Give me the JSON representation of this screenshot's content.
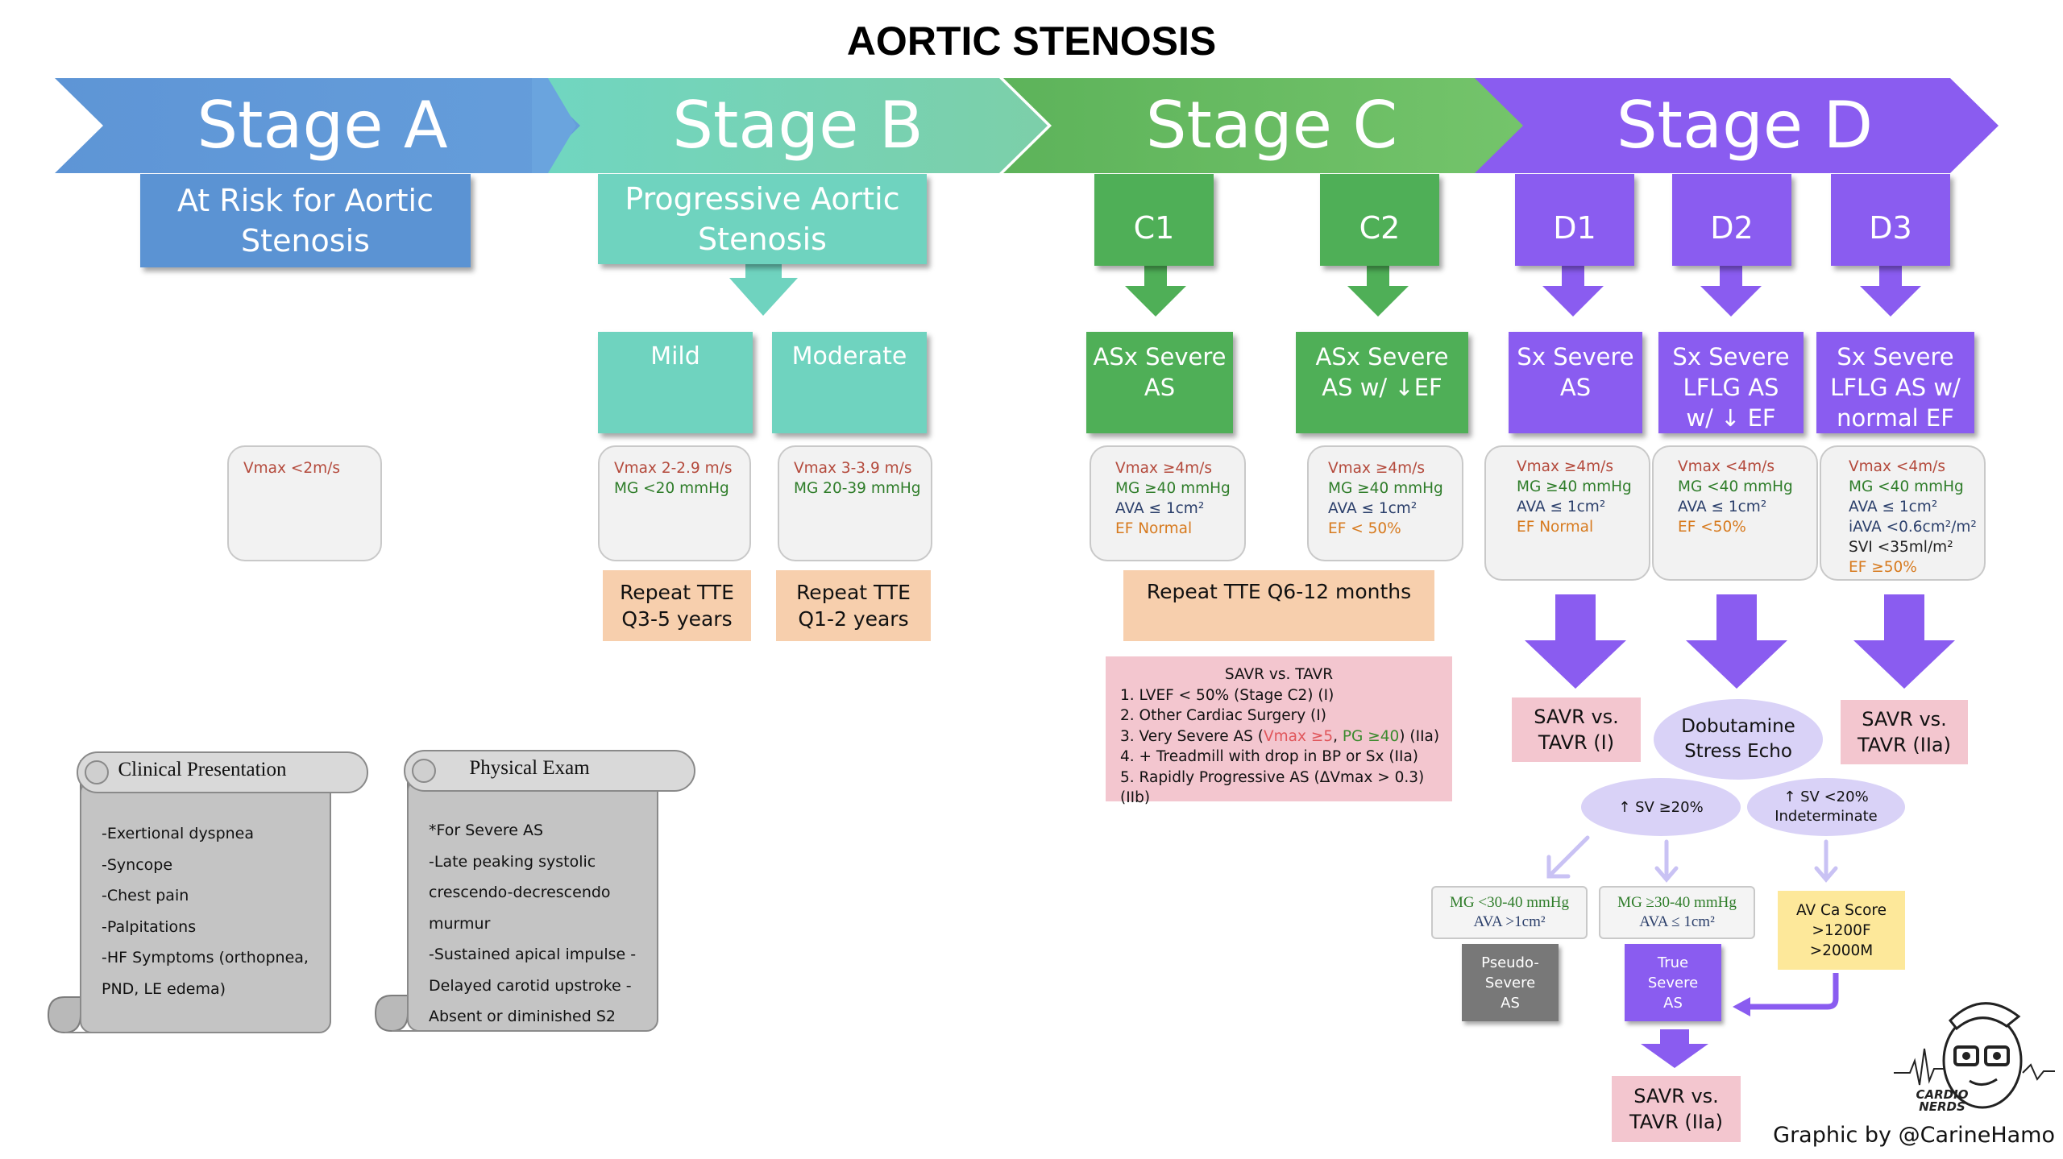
{
  "title": "AORTIC STENOSIS",
  "stages": {
    "a": {
      "label": "Stage A",
      "desc": [
        "At Risk for Aortic",
        "Stenosis"
      ],
      "color": "#5b93d3"
    },
    "b": {
      "label": "Stage B",
      "desc": [
        "Progressive Aortic",
        "Stenosis"
      ],
      "color": "#6fd3bf"
    },
    "c": {
      "label": "Stage C",
      "color": "#4faf57"
    },
    "d": {
      "label": "Stage D",
      "color": "#8a5cf0"
    }
  },
  "substages": {
    "c1": "C1",
    "c2": "C2",
    "d1": "D1",
    "d2": "D2",
    "d3": "D3"
  },
  "categories": {
    "mild": "Mild",
    "moderate": "Moderate",
    "c1": [
      "ASx Severe",
      "AS"
    ],
    "c2": [
      "ASx Severe",
      "AS w/ ↓EF"
    ],
    "d1": [
      "Sx Severe",
      "AS"
    ],
    "d2": [
      "Sx Severe",
      "LFLG AS",
      "w/ ↓ EF"
    ],
    "d3": [
      "Sx Severe",
      "LFLG AS w/",
      "normal EF"
    ]
  },
  "criteria": {
    "a": [
      "Vmax <2m/s"
    ],
    "mild": [
      "Vmax 2-2.9 m/s",
      "MG <20 mmHg"
    ],
    "moderate": [
      "Vmax 3-3.9 m/s",
      "MG 20-39 mmHg"
    ],
    "c1": [
      "Vmax ≥4m/s",
      "MG ≥40 mmHg",
      "AVA ≤ 1cm²",
      "EF Normal"
    ],
    "c2": [
      "Vmax ≥4m/s",
      "MG ≥40 mmHg",
      "AVA ≤ 1cm²",
      "EF < 50%"
    ],
    "d1": [
      "Vmax ≥4m/s",
      "MG ≥40 mmHg",
      "AVA ≤ 1cm²",
      "EF Normal"
    ],
    "d2": [
      "Vmax <4m/s",
      "MG <40 mmHg",
      "AVA ≤ 1cm²",
      "EF <50%"
    ],
    "d3": [
      "Vmax <4m/s",
      "MG <40 mmHg",
      "AVA ≤ 1cm²",
      "iAVA <0.6cm²/m²",
      "SVI <35ml/m²",
      "EF ≥50%"
    ]
  },
  "followup": {
    "mild": [
      "Repeat TTE",
      "Q3-5 years"
    ],
    "moderate": [
      "Repeat TTE",
      "Q1-2 years"
    ],
    "stage_c": "Repeat TTE Q6-12 months"
  },
  "savr_box": {
    "title": "SAVR vs. TAVR",
    "items": [
      [
        "1. LVEF < 50% (Stage C2) (I)"
      ],
      [
        "2. Other Cardiac Surgery (I)"
      ],
      [
        "3. Very Severe AS (",
        "Vmax ≥5",
        ", ",
        "PG ≥40",
        ") (IIa)"
      ],
      [
        "4. + Treadmill with drop in BP or Sx (IIa)"
      ],
      [
        "5. Rapidly Progressive AS (ΔVmax > 0.3) (IIb)"
      ]
    ]
  },
  "recommendations": {
    "d1": [
      "SAVR vs.",
      "TAVR (I)"
    ],
    "d3": [
      "SAVR vs.",
      "TAVR (IIa)"
    ],
    "true_severe": [
      "SAVR vs.",
      "TAVR (IIa)"
    ]
  },
  "dobutamine": [
    "Dobutamine",
    "Stress Echo"
  ],
  "sv_up": "↑ SV ≥20%",
  "sv_low": [
    "↑ SV <20%",
    "Indeterminate"
  ],
  "mg_pseudo": [
    "MG <30-40 mmHg",
    "AVA >1cm²"
  ],
  "mg_true": [
    "MG ≥30-40 mmHg",
    "AVA ≤ 1cm²"
  ],
  "pseudo": [
    "Pseudo-",
    "Severe",
    "AS"
  ],
  "true_as": [
    "True",
    "Severe",
    "AS"
  ],
  "ca_score": [
    "AV Ca Score",
    ">1200F",
    ">2000M"
  ],
  "clinical": {
    "title": "Clinical Presentation",
    "items": [
      "-Exertional dyspnea",
      "-Syncope",
      "-Chest pain",
      "-Palpitations",
      "-HF Symptoms (orthopnea,",
      "PND, LE edema)"
    ]
  },
  "physical": {
    "title": "Physical Exam",
    "items": [
      "*For Severe AS",
      "-Late peaking systolic",
      "crescendo-decrescendo",
      "murmur",
      "-Sustained apical impulse -",
      "Delayed carotid upstroke -",
      "Absent or diminished S2"
    ]
  },
  "logo": [
    "CARDIO",
    "NERDS"
  ],
  "credit": "Graphic by @CarineHamo",
  "colors": {
    "stage_a": "#5b93d3",
    "stage_b": "#6fd3bf",
    "stage_c": "#4faf57",
    "stage_d": "#8a5cf0",
    "peach": "#f7cfad",
    "pink": "#f3c6cf",
    "lavender": "#d9d2f7",
    "yellow": "#fde89a",
    "gray": "#7a7a7a"
  }
}
